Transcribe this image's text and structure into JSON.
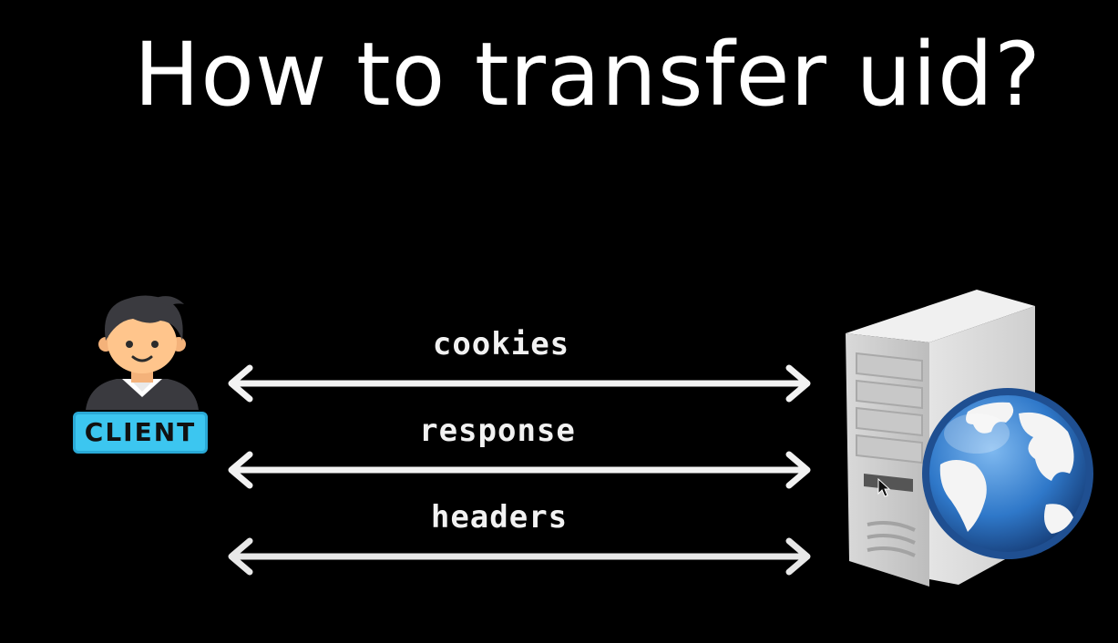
{
  "title": "How to transfer uid?",
  "client": {
    "badge_label": "CLIENT",
    "badge_color": "#3cc6f0"
  },
  "arrows": [
    {
      "label": "cookies"
    },
    {
      "label": "response"
    },
    {
      "label": "headers"
    }
  ],
  "server": {
    "icon": "server-with-globe-icon"
  },
  "colors": {
    "background": "#000000",
    "text": "#ffffff",
    "arrow": "#f2f2f2"
  }
}
